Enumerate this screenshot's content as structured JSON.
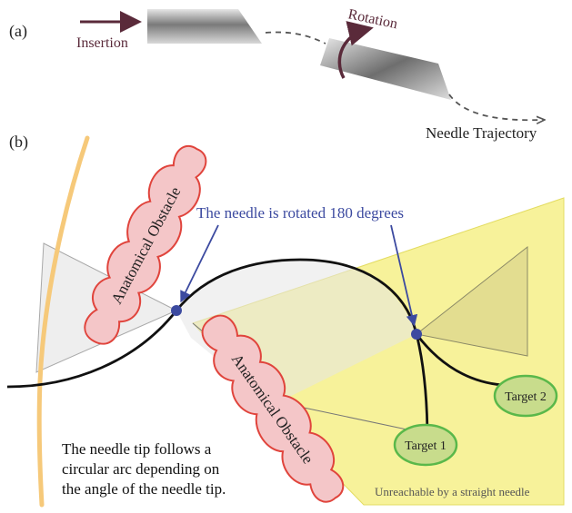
{
  "panel_a": {
    "label": "(a)",
    "insertion_label": "Insertion",
    "rotation_label": "Rotation",
    "trajectory_label": "Needle Trajectory"
  },
  "panel_b": {
    "label": "(b)",
    "obstacle_upper_label": "Anatomical Obstacle",
    "obstacle_lower_label": "Anatomical Obstacle",
    "rotation_note": "The needle is rotated 180 degrees",
    "caption_lines": [
      "The needle tip follows a",
      "circular arc depending on",
      "the angle of the needle tip."
    ],
    "target_1_label": "Target 1",
    "target_2_label": "Target 2",
    "unreachable_label": "Unreachable by a straight needle"
  },
  "colors": {
    "arrow_dark": "#5a2a3a",
    "annotation_blue": "#3c4aa0",
    "obstacle_fill": "#f4c6c8",
    "obstacle_stroke": "#e0443c",
    "target_fill": "#c8dc8c",
    "target_stroke": "#5ab84a",
    "yellow_region": "#f7f29a",
    "bone_line": "#f6c97a"
  }
}
